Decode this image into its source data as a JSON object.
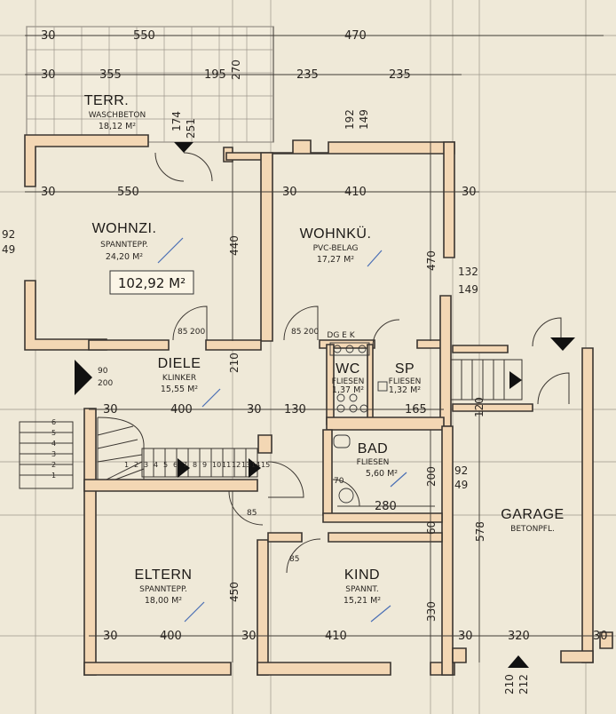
{
  "rooms": {
    "terrace": {
      "name": "TERR.",
      "material": "WASCHBETON",
      "area": "18,12 M²"
    },
    "wohnzi": {
      "name": "WOHNZI.",
      "material": "SPANNTEPP.",
      "area": "24,20 M²"
    },
    "wohnku": {
      "name": "WOHNKÜ.",
      "material": "PVC-BELAG",
      "area": "17,27 M²"
    },
    "diele": {
      "name": "DIELE",
      "material": "KLINKER",
      "area": "15,55 M²"
    },
    "wc": {
      "name": "WC",
      "material": "FLIESEN",
      "area": "1,37 M²"
    },
    "sp": {
      "name": "SP",
      "material": "FLIESEN",
      "area": "1,32 M²"
    },
    "bad": {
      "name": "BAD",
      "material": "FLIESEN",
      "area": "5,60 M²"
    },
    "eltern": {
      "name": "ELTERN",
      "material": "SPANNTEPP.",
      "area": "18,00 M²"
    },
    "kind": {
      "name": "KIND",
      "material": "SPANNT.",
      "area": "15,21 M²"
    },
    "garage": {
      "name": "GARAGE",
      "material": "BETONPFL."
    }
  },
  "total_area": "102,92 M²",
  "kitchen_label": "DG  E  K",
  "dimensions": {
    "top_30": "30",
    "top_550": "550",
    "top_470": "470",
    "row2_30": "30",
    "row2_355": "355",
    "row2_195": "195",
    "row2_235a": "235",
    "row2_235b": "235",
    "row3_30a": "30",
    "row3_550": "550",
    "row3_30b": "30",
    "row3_410": "410",
    "row3_30c": "30",
    "diele_30a": "30",
    "diele_400": "400",
    "diele_30b": "30",
    "diele_130": "130",
    "diele_165": "165",
    "bad_280": "280",
    "bot_30a": "30",
    "bot_400": "400",
    "bot_30b": "30",
    "bot_410": "410",
    "bot_30c": "30",
    "bot_320": "320",
    "bot_30d": "30",
    "v_440": "440",
    "v_470": "470",
    "v_450": "450",
    "v_330": "330",
    "v_578": "578",
    "v_200": "200",
    "v_210": "210",
    "v_60": "60",
    "v_192": "192",
    "v_149": "149",
    "v_174": "174",
    "v_251": "251",
    "v_132": "132",
    "v_149b": "149",
    "v_92": "92",
    "v_49": "49",
    "v_92b": "92",
    "v_49b": "49",
    "v_210b": "210",
    "v_212": "212",
    "v_270": "270",
    "v_120": "120",
    "door_85a": "85",
    "door_200a": "200",
    "door_85b": "85",
    "door_200b": "200",
    "door_90": "90",
    "door_85c": "85",
    "door_85d": "85",
    "door_70": "70",
    "door_200c": "200"
  },
  "stair_numbers": [
    "1",
    "2",
    "3",
    "4",
    "5",
    "6",
    "7",
    "8",
    "9"
  ],
  "stair_upper": [
    "1",
    "2",
    "3",
    "4",
    "5",
    "6",
    "7",
    "8",
    "9",
    "10",
    "11",
    "12",
    "13",
    "14",
    "15"
  ]
}
